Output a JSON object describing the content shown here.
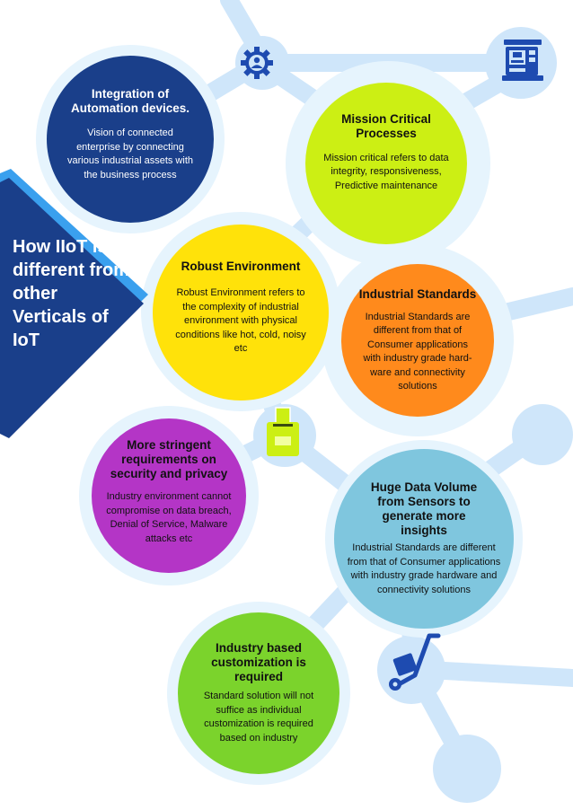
{
  "sidebar": {
    "heading": "How IIoT is different from other Verticals of IoT"
  },
  "colors": {
    "dark_blue": "#1a3f8a",
    "lime": "#ccef14",
    "yellow": "#ffe20a",
    "orange": "#ff8a1c",
    "purple": "#b435c6",
    "light_blue": "#7fc6de",
    "green": "#7bd32c",
    "network": "#cfe6fa",
    "halo": "#e6f4fd",
    "icon_blue": "#1e4bb0"
  },
  "bubbles": [
    {
      "title": "Integration of Automation devices.",
      "text": "Vision of connected enterprise by connecting various industrial assets with the business process"
    },
    {
      "title": "Mission Critical Processes",
      "text": "Mission critical refers to data integrity, responsiveness, Predictive maintenance"
    },
    {
      "title": "Robust Environment",
      "text": "Robust Environment refers to the complexity of industrial environment with physical conditions like hot, cold, noisy etc"
    },
    {
      "title": "Industrial Standards",
      "text": "Industrial Standards are different from that of Consumer applications with industry grade hard-ware and connectivity solutions"
    },
    {
      "title": "More stringent requirements on security and privacy",
      "text": "Industry environment cannot compromise on data breach, Denial of Service, Malware attacks etc"
    },
    {
      "title": "Huge Data Volume from Sensors to generate more insights",
      "text": "Industrial Standards are different from that of Consumer applications with industry grade hardware and connectivity solutions"
    },
    {
      "title": "Industry based customization is required",
      "text": "Standard solution will not suffice as individual customization is required based on industry"
    }
  ],
  "icons": [
    "gear-person-icon",
    "machine-icon",
    "ballot-box-icon",
    "hand-truck-icon"
  ]
}
